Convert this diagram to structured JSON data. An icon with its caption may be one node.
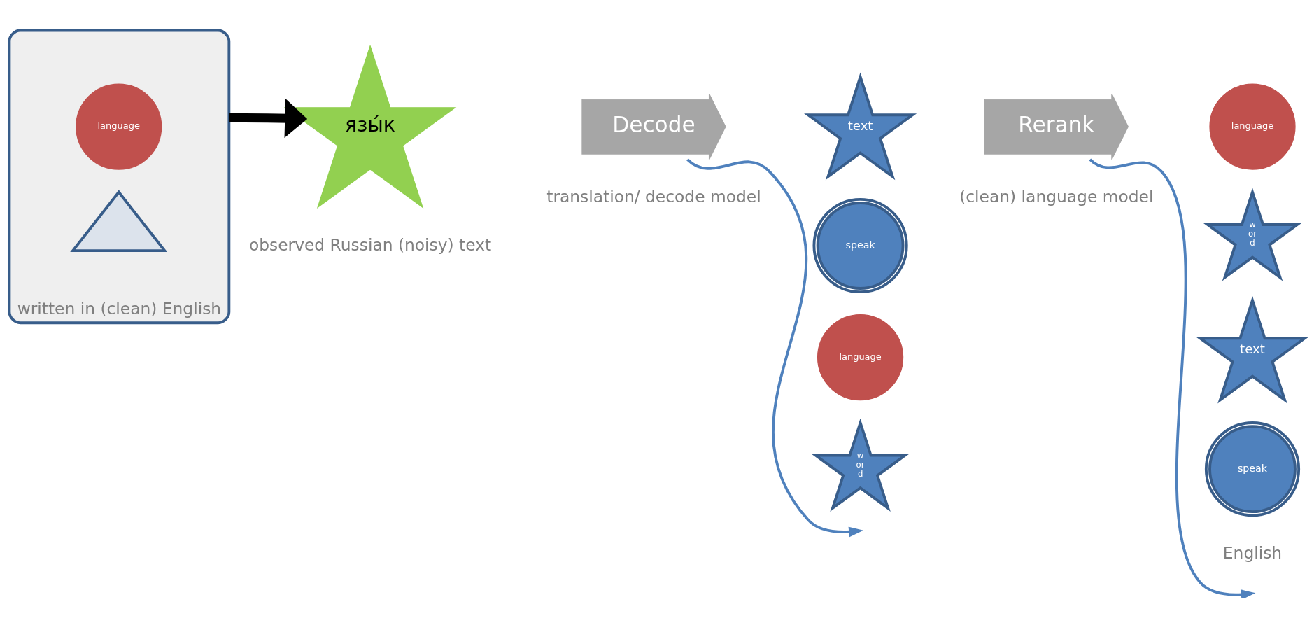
{
  "diagram": {
    "nodes": [
      {
        "text": [],
        "shape": "box",
        "beside": [
          "written in (clean) English"
        ]
      },
      {
        "text": [
          "language"
        ],
        "in": 0
      },
      {
        "text": [],
        "shape": "triangle",
        "in": 0
      },
      {
        "text": [
          "язы́к"
        ],
        "beside": [
          "observed Russian (noisy) text"
        ]
      },
      {
        "text": [
          "Decode"
        ],
        "beside": [
          "translation/ decode model"
        ]
      },
      {
        "text": [
          "text"
        ]
      },
      {
        "text": [
          "speak"
        ]
      },
      {
        "text": [
          "language"
        ]
      },
      {
        "text": [
          "w or d"
        ]
      },
      {
        "text": [
          "Rerank"
        ],
        "beside": [
          "(clean) language model"
        ]
      },
      {
        "text": [
          "language"
        ]
      },
      {
        "text": [
          "w or d"
        ]
      },
      {
        "text": [
          "text"
        ]
      },
      {
        "text": [
          "speak"
        ]
      }
    ],
    "edges": [
      {
        "from": 0,
        "to": 3,
        "arrow": "to",
        "style": "thick",
        "color": "#000000"
      },
      {
        "from": 4,
        "to": null,
        "arrow": "to"
      },
      {
        "from": 9,
        "to": null,
        "arrow": "to"
      }
    ],
    "labels": [
      "English"
    ]
  }
}
